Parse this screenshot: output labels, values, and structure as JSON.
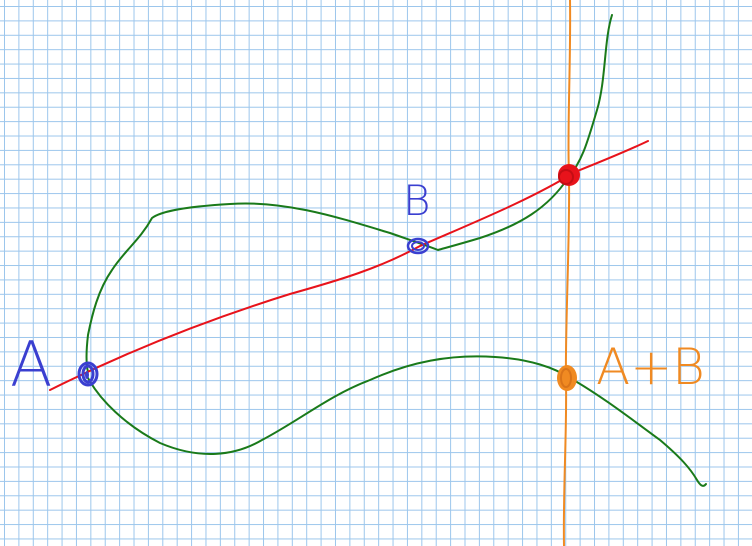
{
  "labels": {
    "point_a": "A",
    "point_b": "B",
    "point_sum": "A+B"
  },
  "colors": {
    "grid": "#9cc6ec",
    "curve": "#1a7a1a",
    "secant_line": "#e8131b",
    "vertical_line": "#f08a22",
    "point_a": "#3a3fd0",
    "point_b": "#3a3fd0",
    "third_intersection": "#e8131b",
    "sum_point": "#f08a22"
  }
}
